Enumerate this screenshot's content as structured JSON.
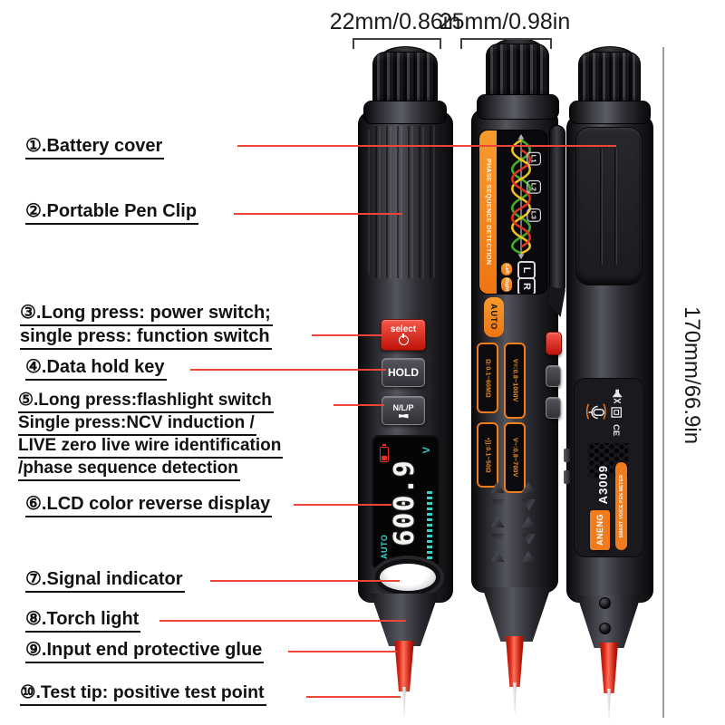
{
  "page": {
    "background": "#ffffff"
  },
  "dimensions": {
    "width_left": "22mm/0.86in",
    "width_right": "25mm/0.98in",
    "height": "170mm/66.9in"
  },
  "callouts": {
    "c1": {
      "l1": "①.Battery cover"
    },
    "c2": {
      "l1": "②.Portable Pen Clip"
    },
    "c3": {
      "l1": "③.Long press: power switch;",
      "l2": "single press: function switch"
    },
    "c4": {
      "l1": "④.Data hold key"
    },
    "c5": {
      "l1": "⑤.Long press:flashlight switch",
      "l2": "Single press:NCV induction /",
      "l3": "LIVE zero live wire identification",
      "l4": "/phase sequence detection"
    },
    "c6": {
      "l1": "⑥.LCD color reverse display"
    },
    "c7": {
      "l1": "⑦.Signal indicator"
    },
    "c8": {
      "l1": "⑧.Torch light"
    },
    "c9": {
      "l1": "⑨.Input end protective glue"
    },
    "c10": {
      "l1": "⑩.Test tip: positive test point"
    }
  },
  "front_pen": {
    "select_button": "select",
    "hold_button": "HOLD",
    "nlp_button": "N/L/P",
    "lcd": {
      "reading": "600.9",
      "mode": "AUTO",
      "unit": "V"
    }
  },
  "middle_pen": {
    "banner": "PHASE SEQUENCE DETECTION",
    "phase1": "L1",
    "phase2": "L2",
    "phase3": "L3",
    "left_pill": "Left",
    "right_pill": "Right",
    "l_mark": "L",
    "r_mark": "R",
    "auto_badge": "AUTO",
    "specs": {
      "resistance": "Ω:0.1~60MΩ",
      "dc_voltage": "V=:0.8~1000V",
      "continuity": "•)):0.1~50Ω",
      "ac_voltage": "V~:0.8~700V"
    }
  },
  "back_pen": {
    "brand": "ANENG",
    "model": "A3009",
    "tagline": "SMART VOICE PEN METER",
    "ce": "CE"
  },
  "accent_colors": {
    "orange": "#f07c1e",
    "red": "#e33225",
    "teal": "#35d6c8",
    "callout_line": "#ee4539"
  }
}
